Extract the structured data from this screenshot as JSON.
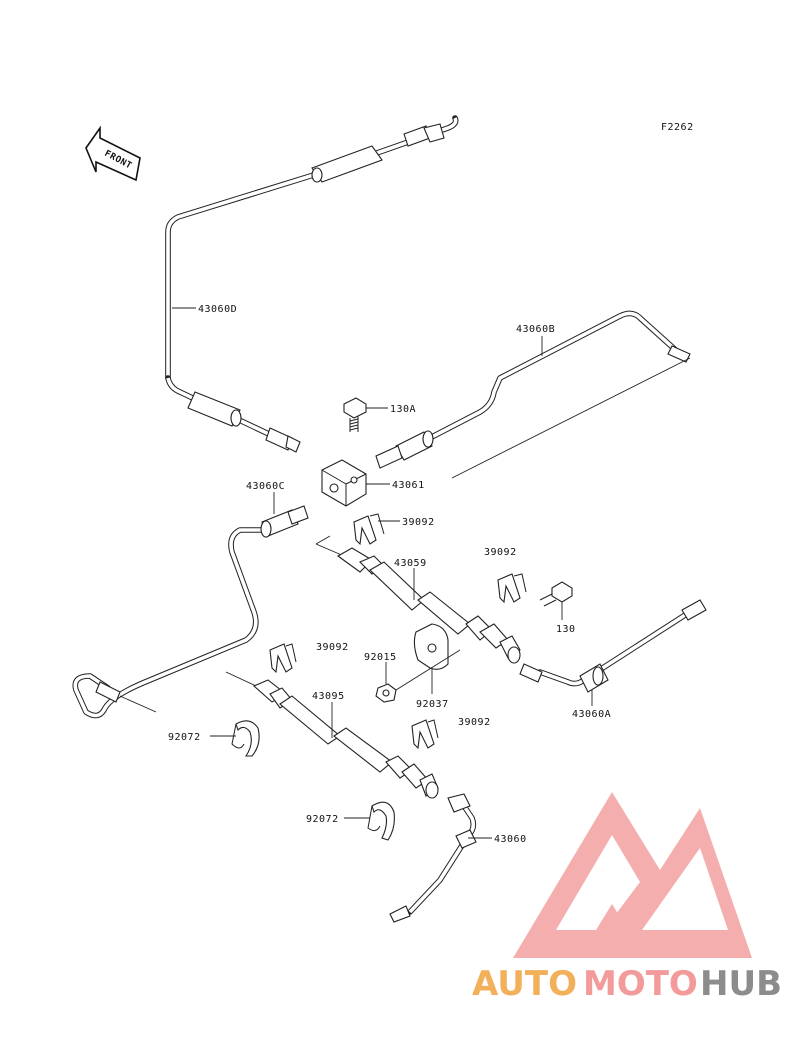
{
  "figure_code": "F2262",
  "front_label": "FRONT",
  "watermark": {
    "auto": "AUTO",
    "moto": "MOTO",
    "hub": "HUB"
  },
  "callouts": {
    "p43060D": "43060D",
    "p43060B": "43060B",
    "p130A": "130A",
    "p43061": "43061",
    "p43060C": "43060C",
    "p39092_a": "39092",
    "p43059": "43059",
    "p39092_b": "39092",
    "p130": "130",
    "p39092_c": "39092",
    "p92015": "92015",
    "p92037": "92037",
    "p43060A": "43060A",
    "p43095": "43095",
    "p92072_a": "92072",
    "p39092_d": "39092",
    "p92072_b": "92072",
    "p43060": "43060"
  },
  "colors": {
    "line": "#222222",
    "watermark_red": "#f29a9a",
    "watermark_orange": "#f2b05a",
    "watermark_grey": "#8c8c8c"
  }
}
